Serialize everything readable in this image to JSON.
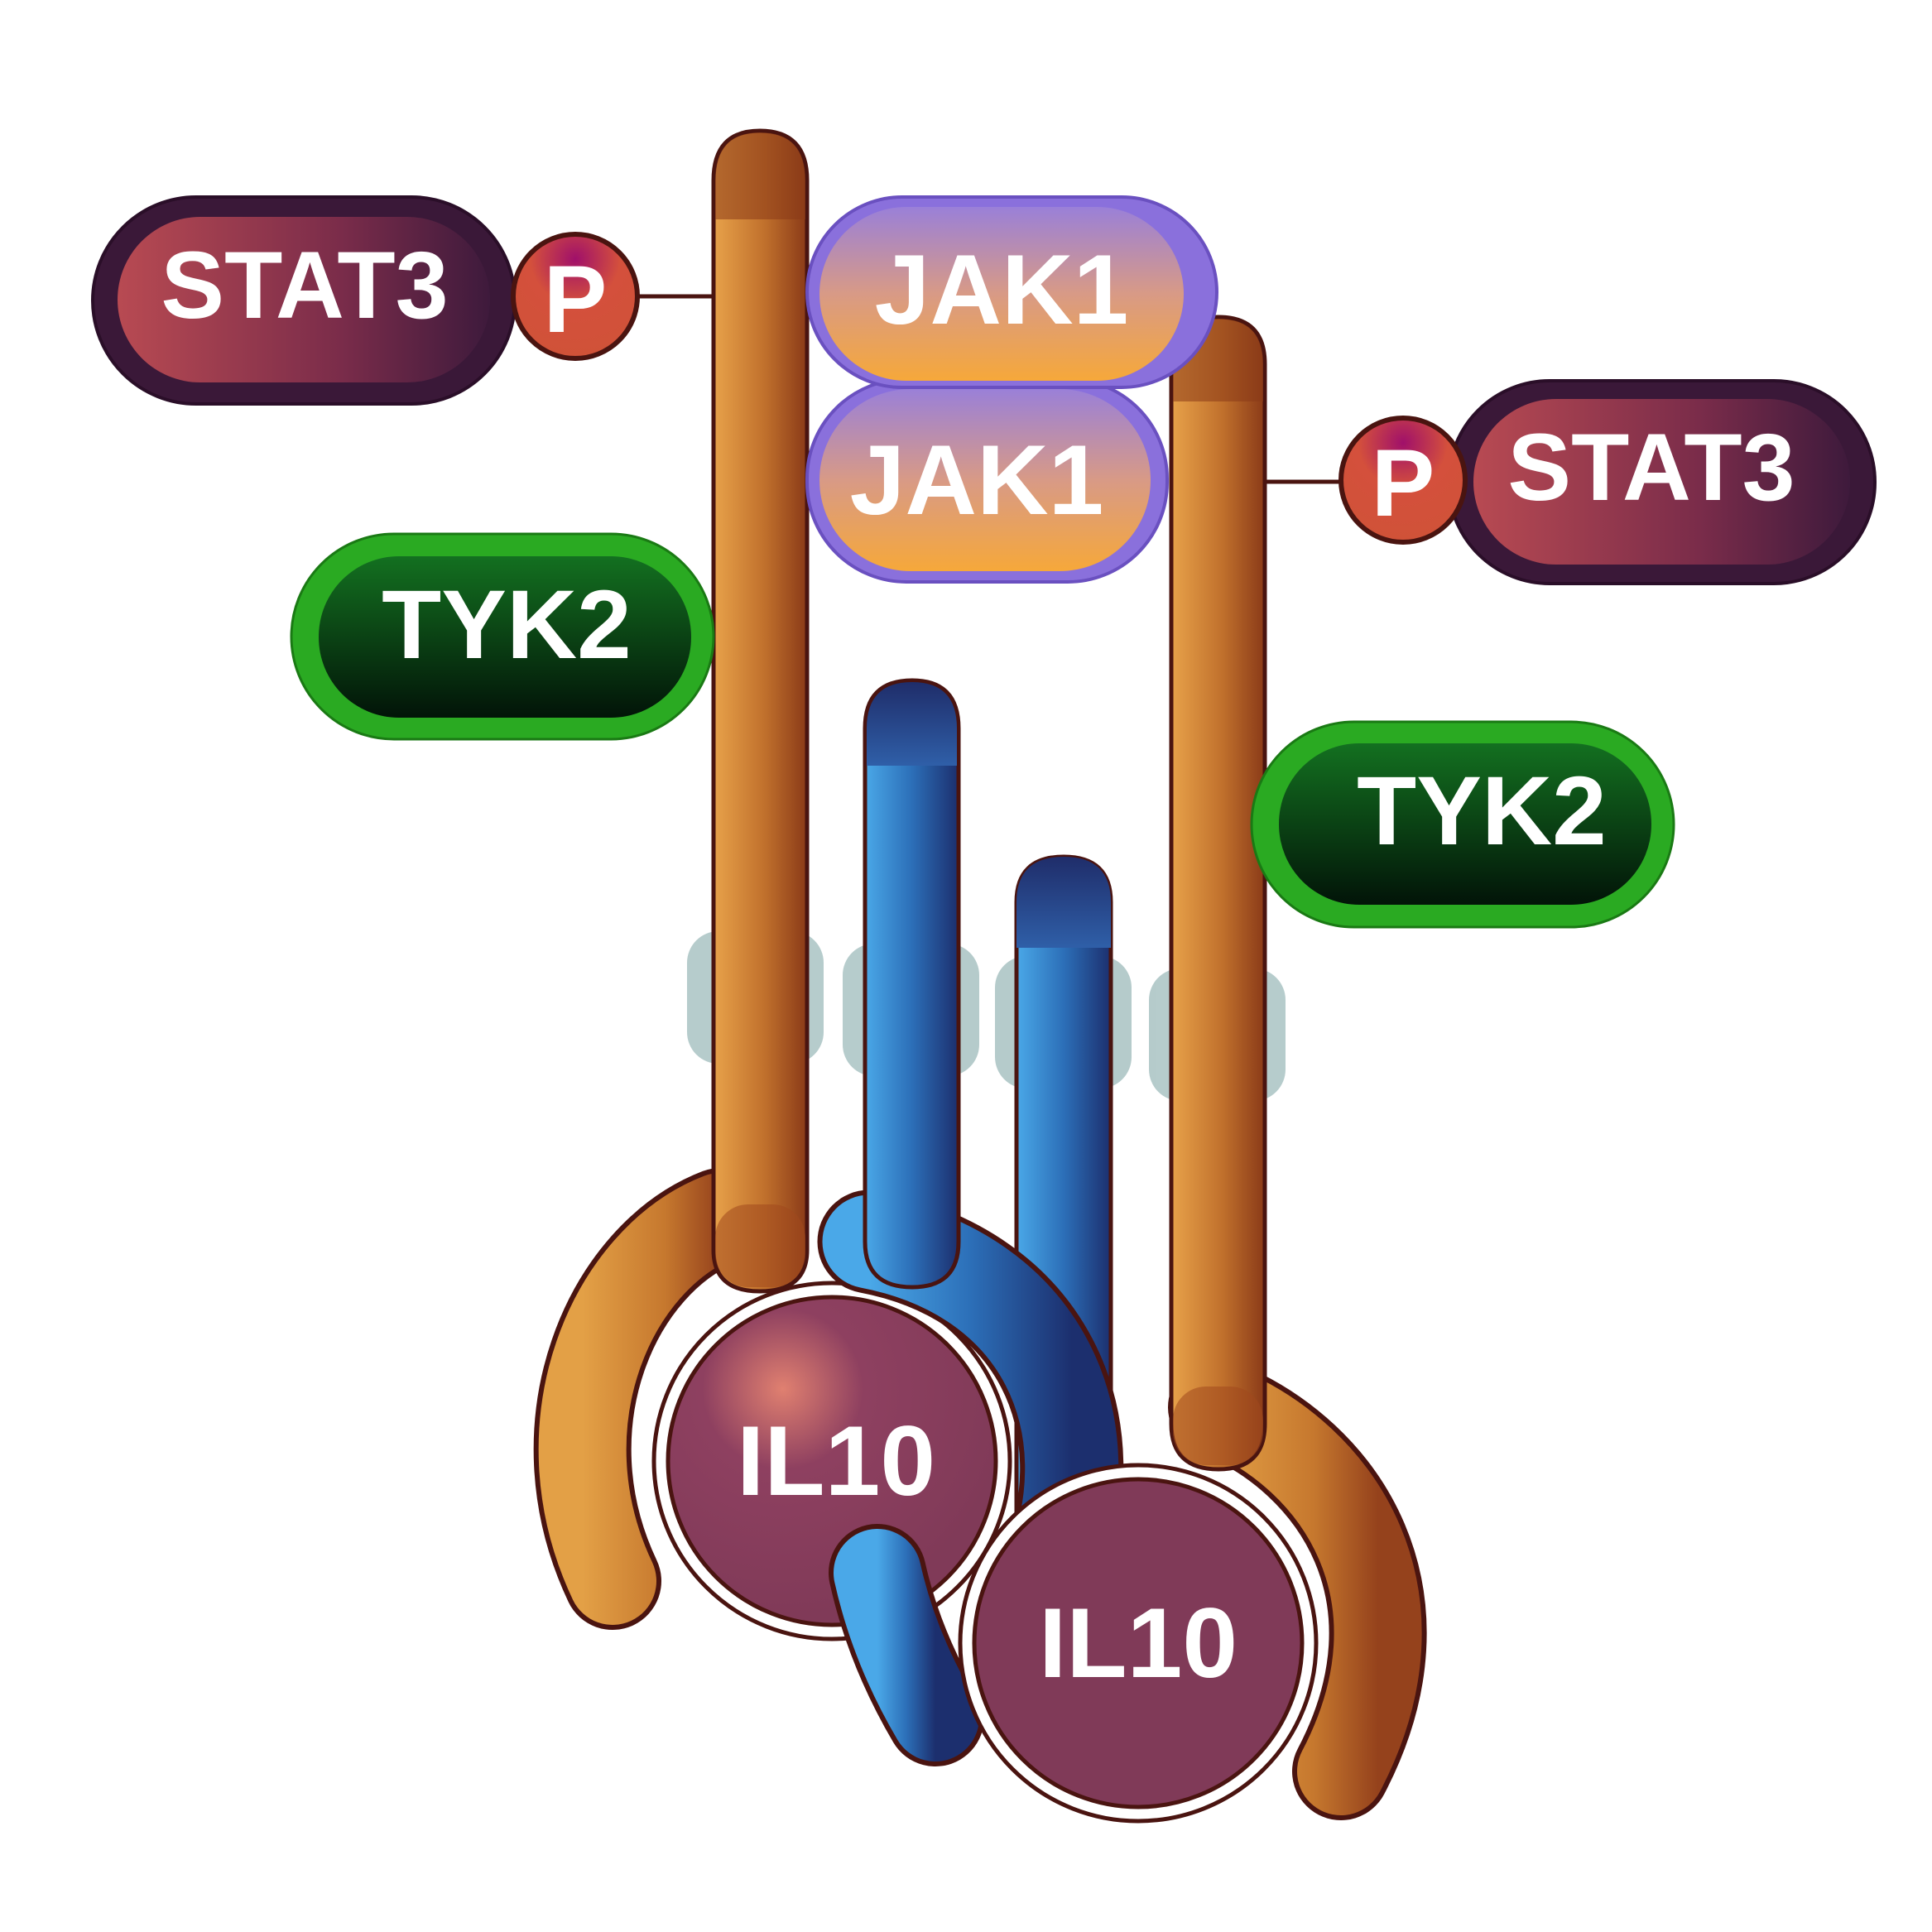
{
  "labels": {
    "stat3": "STAT3",
    "phospho": "P",
    "jak1": "JAK1",
    "tyk2": "TYK2",
    "il10": "IL10"
  },
  "colors": {
    "receptor_r1": "#c77b30",
    "receptor_r2": "#2f6fb8",
    "membrane": "#a9c3c3",
    "il10": "#823a58",
    "stat3": "#6e2a4e",
    "phospho": "#d0503a",
    "jak1_body": "#f0a040",
    "jak1_rim": "#8a70dc",
    "tyk2_body": "#0b5a16",
    "tyk2_rim": "#2aaa22",
    "outline": "#4a1410"
  }
}
